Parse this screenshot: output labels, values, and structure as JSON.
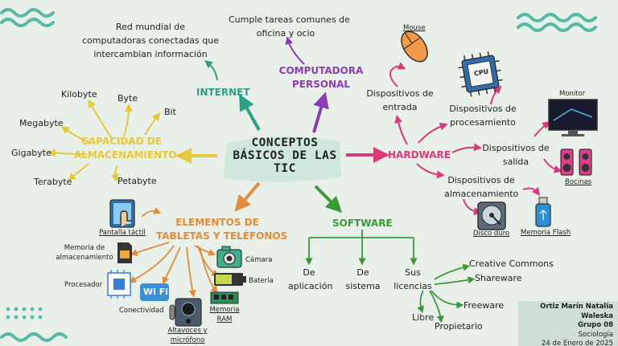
{
  "central": {
    "line1": "CONCEPTOS",
    "line2": "BÁSICOS DE LAS",
    "line3": "TIC"
  },
  "internet": {
    "title": "INTERNET",
    "desc_line1": "Red mundial de",
    "desc_line2": "computadoras conectadas que",
    "desc_line3": "intercambian información"
  },
  "computadora": {
    "title_line1": "COMPUTADORA",
    "title_line2": "PERSONAL",
    "desc_line1": "Cumple tareas comunes de",
    "desc_line2": "oficina y ocio"
  },
  "capacidad": {
    "title_line1": "CAPACIDAD DE",
    "title_line2": "ALMACENAMIENTO",
    "units": [
      "Kilobyte",
      "Byte",
      "Bit",
      "Megabyte",
      "Gigabyte",
      "Terabyte",
      "Petabyte"
    ]
  },
  "hardware": {
    "title": "HARDWARE",
    "entrada_line1": "Dispositivos de",
    "entrada_line2": "entrada",
    "mouse": "Mouse",
    "procesamiento_line1": "Dispositivos de",
    "procesamiento_line2": "procesamiento",
    "cpu": "CPU",
    "salida_line1": "Dispositivos de",
    "salida_line2": "salida",
    "monitor": "Monitor",
    "bocinas": "Bocinas",
    "almacenamiento_line1": "Dispositivos de",
    "almacenamiento_line2": "almacenamiento",
    "disco": "Disco duro",
    "flash": "Memoria Flash"
  },
  "software": {
    "title": "SOFTWARE",
    "aplicacion_line1": "De",
    "aplicacion_line2": "aplicación",
    "sistema_line1": "De",
    "sistema_line2": "sistema",
    "licencias_line1": "Sus",
    "licencias_line2": "licencias",
    "licenses": {
      "creative": "Creative Commons",
      "shareware": "Shareware",
      "freeware": "Freeware",
      "libre": "Libre",
      "propietario": "Propietario"
    }
  },
  "elementos": {
    "title_line1": "ELEMENTOS DE",
    "title_line2": "TABLETAS Y TELÉFONOS",
    "pantalla": "Pantalla táctil",
    "memoria_line1": "Memoria de",
    "memoria_line2": "almacenamiento",
    "procesador": "Procesador",
    "conectividad": "Conectividad",
    "wifi": "Wi Fi",
    "altavoces_line1": "Altavoces y",
    "altavoces_line2": "micrófono",
    "camara": "Cámara",
    "bateria": "Batería",
    "ram_line1": "Memoria",
    "ram_line2": "RAM"
  },
  "footer": {
    "author": "Ortiz Marín Natalia Waleska",
    "group": "Grupo 08",
    "subject": "Sociología",
    "date": "24 de Enero de 2025"
  },
  "colors": {
    "internet": "#2e9e86",
    "computadora": "#8a3db5",
    "capacidad": "#e6c93a",
    "hardware": "#d93a78",
    "software": "#3a9a3a",
    "elementos": "#e08c3a",
    "central_bg": "#2b2b2b",
    "accent_teal": "#57b9a6"
  }
}
